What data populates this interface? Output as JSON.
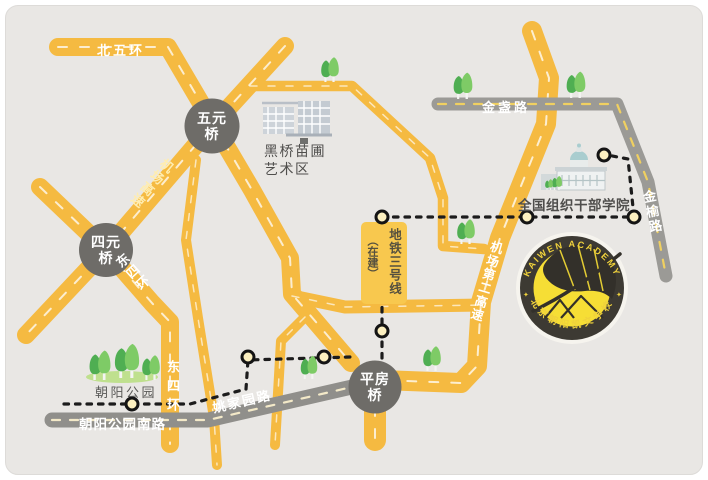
{
  "colors": {
    "background": "#e9e7e4",
    "road_yellow": "#f5ba41",
    "road_gray_light": "#9b9a96",
    "road_gray_dark": "#908f8b",
    "bridge_circle": "#6e6c68",
    "route_dash": "#1c1c1c",
    "route_node_fill": "#fcf0c0",
    "metro_bar": "#f8c84e",
    "tree_green_light": "#7ecb66",
    "tree_green_dark": "#4fae52",
    "logo_ring": "#3d3a33",
    "logo_yellow": "#f6de35",
    "label_dark": "#4f4e4c",
    "label_white": "#ffffff"
  },
  "roads": {
    "beiwuhuan": "北五环",
    "jichang_gaosu": "机场高速",
    "dongsihuan_upper": "东四环",
    "dongsihuan_lower": "东四环",
    "jichang_dier_gaosu": "机场第二高速",
    "jinzhan_lu": "金盏路",
    "jinyu_lu": "金榆路",
    "yaojiayuan_lu": "姚家园路",
    "chaoyang_gongyuan_nanlu": "朝阳公园南路"
  },
  "bridges": [
    {
      "name": "五元桥",
      "line1": "五元",
      "line2": "桥"
    },
    {
      "name": "四元桥",
      "line1": "四元",
      "line2": "桥"
    },
    {
      "name": "平房桥",
      "line1": "平房",
      "line2": "桥"
    }
  ],
  "places": {
    "heiqiao": {
      "line1": "黑桥苗圃",
      "line2": "艺术区"
    },
    "ganbu_xueyuan": "全国组织干部学院",
    "chaoyang_park": "朝阳公园"
  },
  "metro": {
    "name": "地铁三号线",
    "status": "（在建）"
  },
  "logo": {
    "arc_top": "KAIWEN ACADEMY",
    "arc_bottom": "北京朝阳凯文学校"
  }
}
